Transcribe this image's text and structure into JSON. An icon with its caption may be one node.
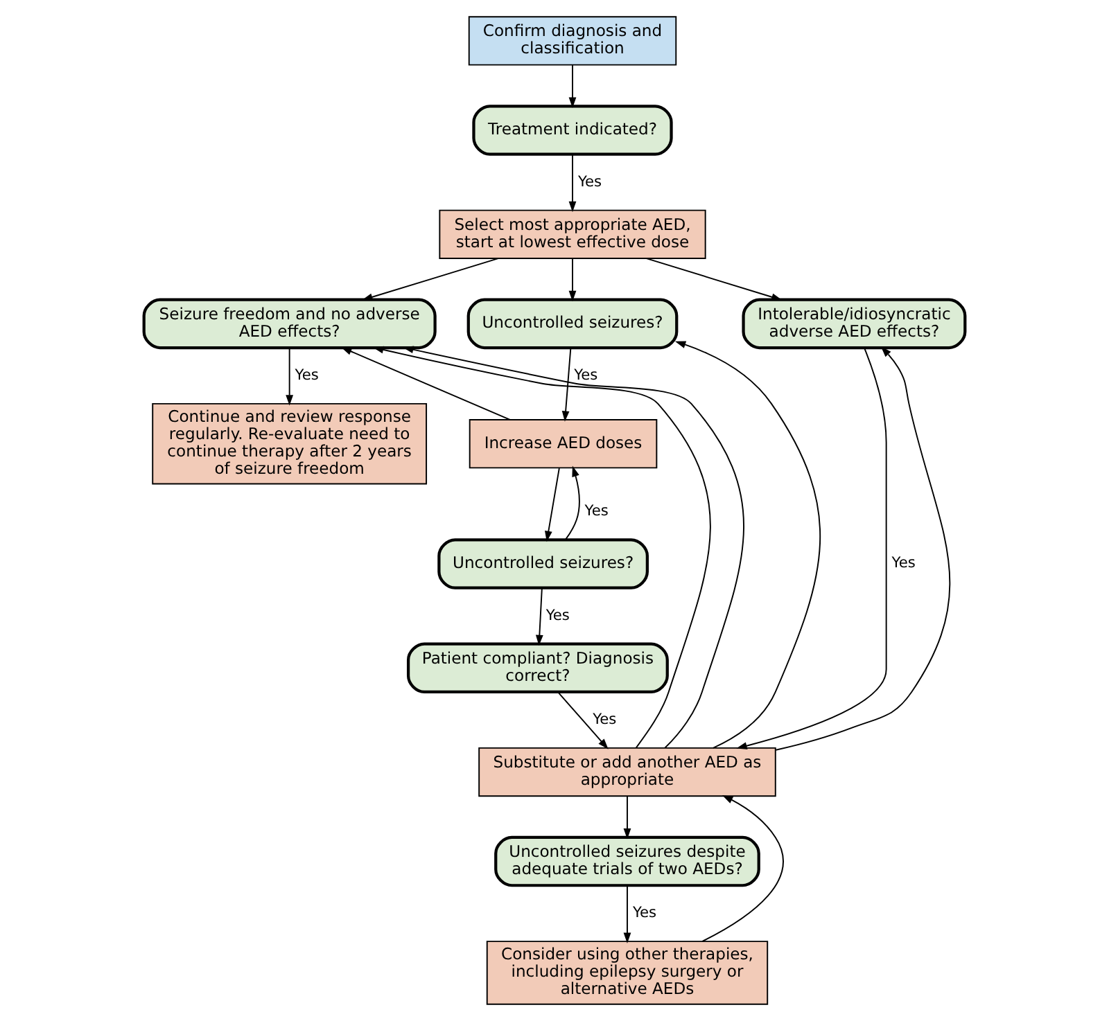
{
  "diagram": {
    "nodes": [
      {
        "text": [
          "Confirm diagnosis and classification"
        ]
      },
      {
        "text": [
          "Treatment indicated?"
        ]
      },
      {
        "text": [
          "Select most appropriate AED, start at lowest effective dose"
        ]
      },
      {
        "text": [
          "Seizure freedom and no adverse AED effects?"
        ]
      },
      {
        "text": [
          "Uncontrolled seizures?"
        ]
      },
      {
        "text": [
          "Intolerable/idiosyncratic adverse AED effects?"
        ]
      },
      {
        "text": [
          "Continue and review response regularly. Re-evaluate need to continue therapy after 2 years of seizure freedom"
        ]
      },
      {
        "text": [
          "Increase AED doses"
        ]
      },
      {
        "text": [
          "Uncontrolled seizures?"
        ]
      },
      {
        "text": [
          "Patient compliant? Diagnosis correct?"
        ]
      },
      {
        "text": [
          "Substitute or add another AED as appropriate"
        ]
      },
      {
        "text": [
          "Uncontrolled seizures despite adequate trials of two AEDs?"
        ]
      },
      {
        "text": [
          "Consider using other therapies, including epilepsy surgery or alternative AEDs"
        ]
      }
    ],
    "edges": [
      {
        "from": 0,
        "to": 1,
        "arrow": "to"
      },
      {
        "from": 1,
        "to": 2,
        "arrow": "to",
        "label": "Yes"
      },
      {
        "from": 2,
        "to": 3,
        "arrow": "to"
      },
      {
        "from": 2,
        "to": 4,
        "arrow": "to"
      },
      {
        "from": 2,
        "to": 5,
        "arrow": "to"
      },
      {
        "from": 3,
        "to": 6,
        "arrow": "to",
        "label": "Yes"
      },
      {
        "from": 4,
        "to": 7,
        "arrow": "to",
        "label": "Yes"
      },
      {
        "from": 7,
        "to": 3,
        "arrow": "to"
      },
      {
        "from": 7,
        "to": 8,
        "arrow": "to"
      },
      {
        "from": 8,
        "to": 7,
        "arrow": "to",
        "label": "Yes"
      },
      {
        "from": 8,
        "to": 9,
        "arrow": "to",
        "label": "Yes"
      },
      {
        "from": 9,
        "to": 10,
        "arrow": "to",
        "label": "Yes"
      },
      {
        "from": 5,
        "to": 10,
        "arrow": "to",
        "label": "Yes"
      },
      {
        "from": 10,
        "to": 3,
        "arrow": "to"
      },
      {
        "from": 10,
        "to": 3,
        "arrow": "to"
      },
      {
        "from": 10,
        "to": 4,
        "arrow": "to"
      },
      {
        "from": 10,
        "to": 5,
        "arrow": "to"
      },
      {
        "from": 10,
        "to": 11,
        "arrow": "to"
      },
      {
        "from": 11,
        "to": 12,
        "arrow": "to",
        "label": "Yes"
      },
      {
        "from": 12,
        "to": 10,
        "arrow": "to"
      }
    ]
  }
}
